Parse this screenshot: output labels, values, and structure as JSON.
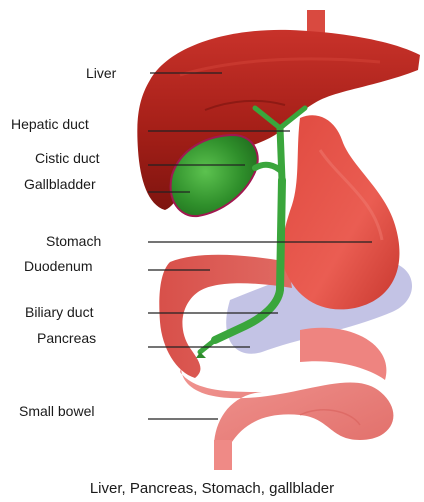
{
  "labels": {
    "liver": "Liver",
    "hepatic_duct": "Hepatic duct",
    "cistic_duct": "Cistic duct",
    "gallbladder": "Gallbladder",
    "stomach": "Stomach",
    "duodenum": "Duodenum",
    "biliary_duct": "Biliary duct",
    "pancreas": "Pancreas",
    "small_bowel": "Small bowel"
  },
  "caption": "Liver, Pancreas, Stomach, gallblader",
  "colors": {
    "liver": "#b5261c",
    "stomach": "#e8524a",
    "bowel": "#ef8a86",
    "duct": "#3aa63c",
    "gallbladder": "#2f8a2c",
    "pancreas_shadow": "#b7b6de",
    "leader_line": "#222222"
  }
}
